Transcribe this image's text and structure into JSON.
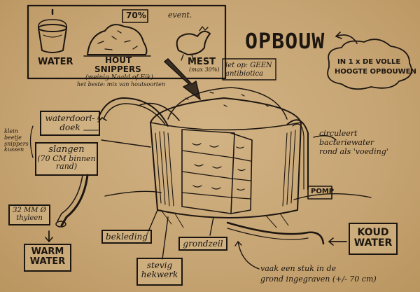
{
  "title": "OPBOUW",
  "top_panel": {
    "water": "WATER",
    "hout_snippers_1": "HOUT",
    "hout_snippers_2": "SNIPPERS",
    "percent": "70%",
    "hout_note_1": "(weinig Naald of Eik)",
    "hout_note_2": "het beste: mix van houtsoorten",
    "event": "event.",
    "mest": "MEST",
    "mest_note": "(max 30%)"
  },
  "antibiotica_note": "let op: GEEN antibiotica",
  "cloud_note_1": "IN 1 x DE VOLLE",
  "cloud_note_2": "HOOGTE OPBOUWEN",
  "circulation_note_1": "circuleert",
  "circulation_note_2": "bacteriewater",
  "circulation_note_3": "rond als 'voeding'",
  "waterdoorlaat_1": "waterdoorl-",
  "waterdoorlaat_2": "doek",
  "klein_note_1": "klein",
  "klein_note_2": "beetje",
  "klein_note_3": "snippers",
  "klein_note_4": "kussen",
  "slangen_1": "slangen",
  "slangen_2": "(70 CM binnen",
  "slangen_3": "rand)",
  "thyleen_1": "32 MM Ø",
  "thyleen_2": "thyleen",
  "warm_1": "WARM",
  "warm_2": "WATER",
  "pomp": "POMP",
  "koud_1": "KOUD",
  "koud_2": "WATER",
  "bekleding": "bekleding",
  "grondzeil": "grondzeil",
  "stevig_1": "stevig",
  "stevig_2": "hekwerk",
  "ingegraven_1": "vaak een stuk in de",
  "ingegraven_2": "grond ingegraven (+/- 70 cm)"
}
